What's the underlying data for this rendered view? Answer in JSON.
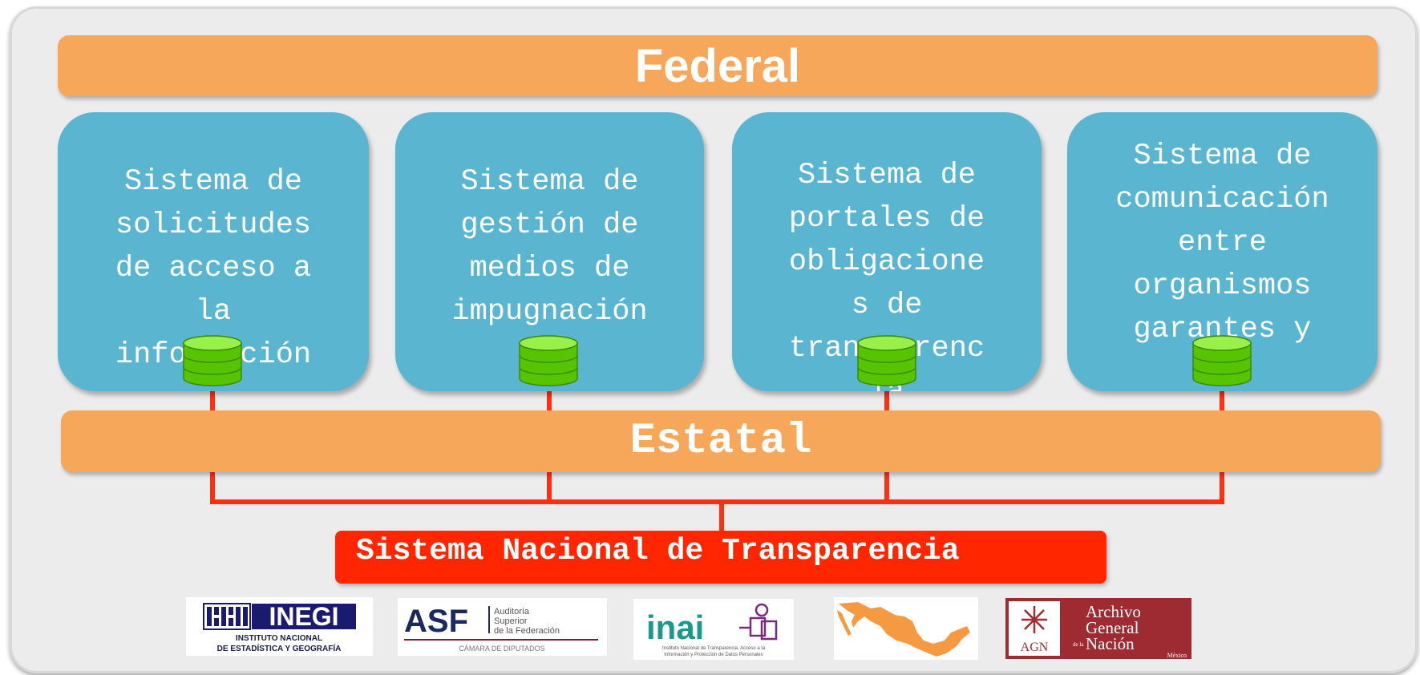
{
  "federal_label": "Federal",
  "estatal_label": "Estatal",
  "systems": [
    {
      "text": "Sistema de\nsolicitudes\nde acceso a\nla\ninformación"
    },
    {
      "text": "Sistema de\ngestión de\nmedios de\nimpugnación"
    },
    {
      "text": "Sistema de\nportales de\nobligacione\ns  de\ntransparenc\nia"
    },
    {
      "text": "Sistema de\ncomunicación\nentre\norganismos\ngarantes y\nso"
    }
  ],
  "national_system_label": "Sistema Nacional de Transparencia",
  "logos": {
    "inegi": {
      "name": "INEGI",
      "line1": "INSTITUTO NACIONAL",
      "line2": "DE ESTADÍSTICA Y GEOGRAFÍA"
    },
    "asf": {
      "name": "ASF",
      "line1": "Auditoría",
      "line2": "Superior",
      "line3": "de la Federación",
      "sub": "CÁMARA DE DIPUTADOS"
    },
    "inai": {
      "name": "inai",
      "sub1": "Instituto Nacional de Transparencia, Acceso a la",
      "sub2": "Información y Protección de Datos Personales"
    },
    "agn": {
      "abbr": "AGN",
      "line1": "Archivo",
      "line2": "General",
      "line3": "Nación",
      "small": "de la",
      "country": "México"
    }
  },
  "colors": {
    "orange": "#f7a75a",
    "blue": "#5ab5d0",
    "red": "#ff2600",
    "green": "#5fd000",
    "connector": "#ff3010"
  }
}
